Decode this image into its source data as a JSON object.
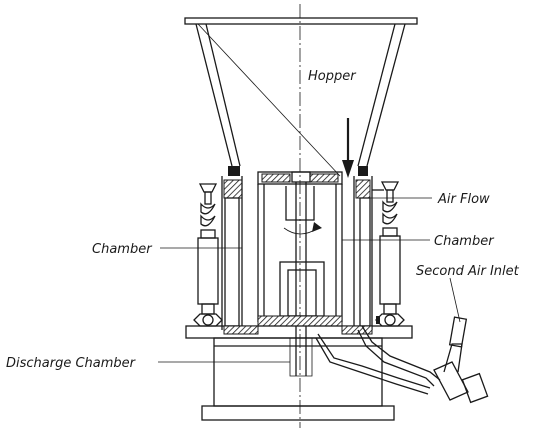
{
  "labels": {
    "hopper": "Hopper",
    "air_flow": "Air Flow",
    "chamber_left": "Chamber",
    "chamber_right": "Chamber",
    "second_air_inlet": "Second Air Inlet",
    "discharge_chamber": "Discharge Chamber"
  }
}
